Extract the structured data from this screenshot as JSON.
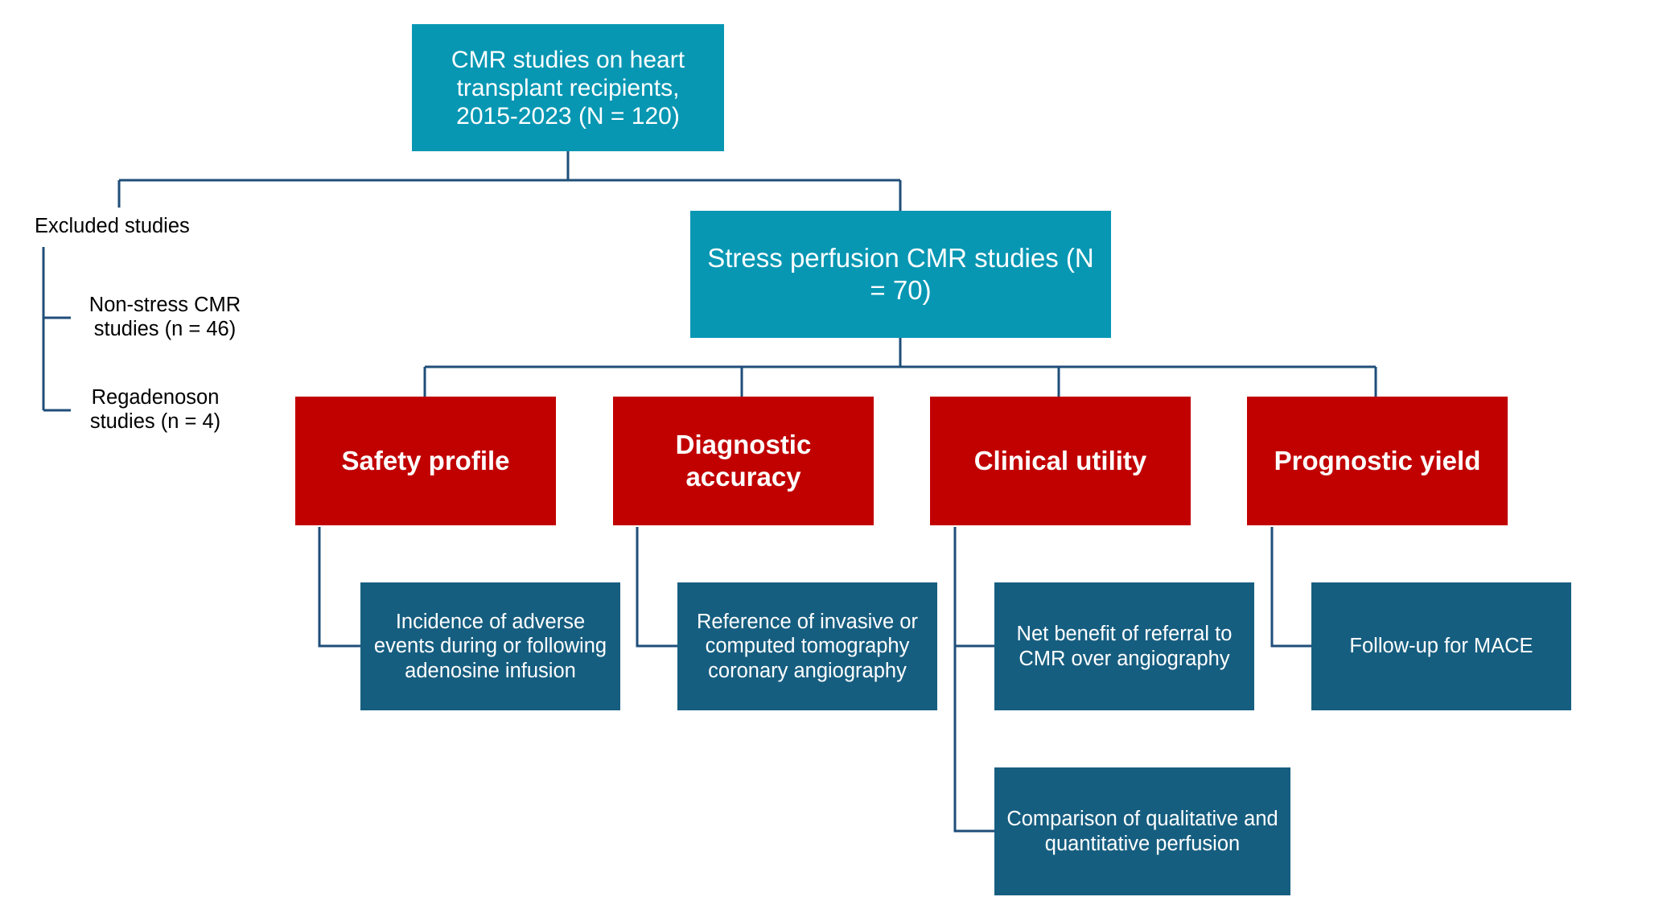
{
  "diagram": {
    "colors": {
      "top_level_box": "#0797b3",
      "category_box": "#c10000",
      "detail_box": "#165e80",
      "connector": "#1f4e79"
    },
    "source_box": {
      "text": "CMR studies on heart transplant recipients, 2015-2023 (N = 120)"
    },
    "excluded": {
      "label": "Excluded studies",
      "items": [
        {
          "text": "Non-stress CMR studies (n = 46)"
        },
        {
          "text": "Regadenoson studies (n = 4)"
        }
      ]
    },
    "included_box": {
      "text": "Stress perfusion CMR studies (N = 70)"
    },
    "categories": [
      {
        "label": "Safety profile",
        "details": [
          "Incidence of adverse events during or following adenosine infusion"
        ]
      },
      {
        "label": "Diagnostic accuracy",
        "details": [
          "Reference of invasive or computed tomography coronary angiography"
        ]
      },
      {
        "label": "Clinical utility",
        "details": [
          "Net benefit of referral to CMR over angiography",
          "Comparison of qualitative and quantitative perfusion"
        ]
      },
      {
        "label": "Prognostic yield",
        "details": [
          "Follow-up for MACE"
        ]
      }
    ]
  }
}
